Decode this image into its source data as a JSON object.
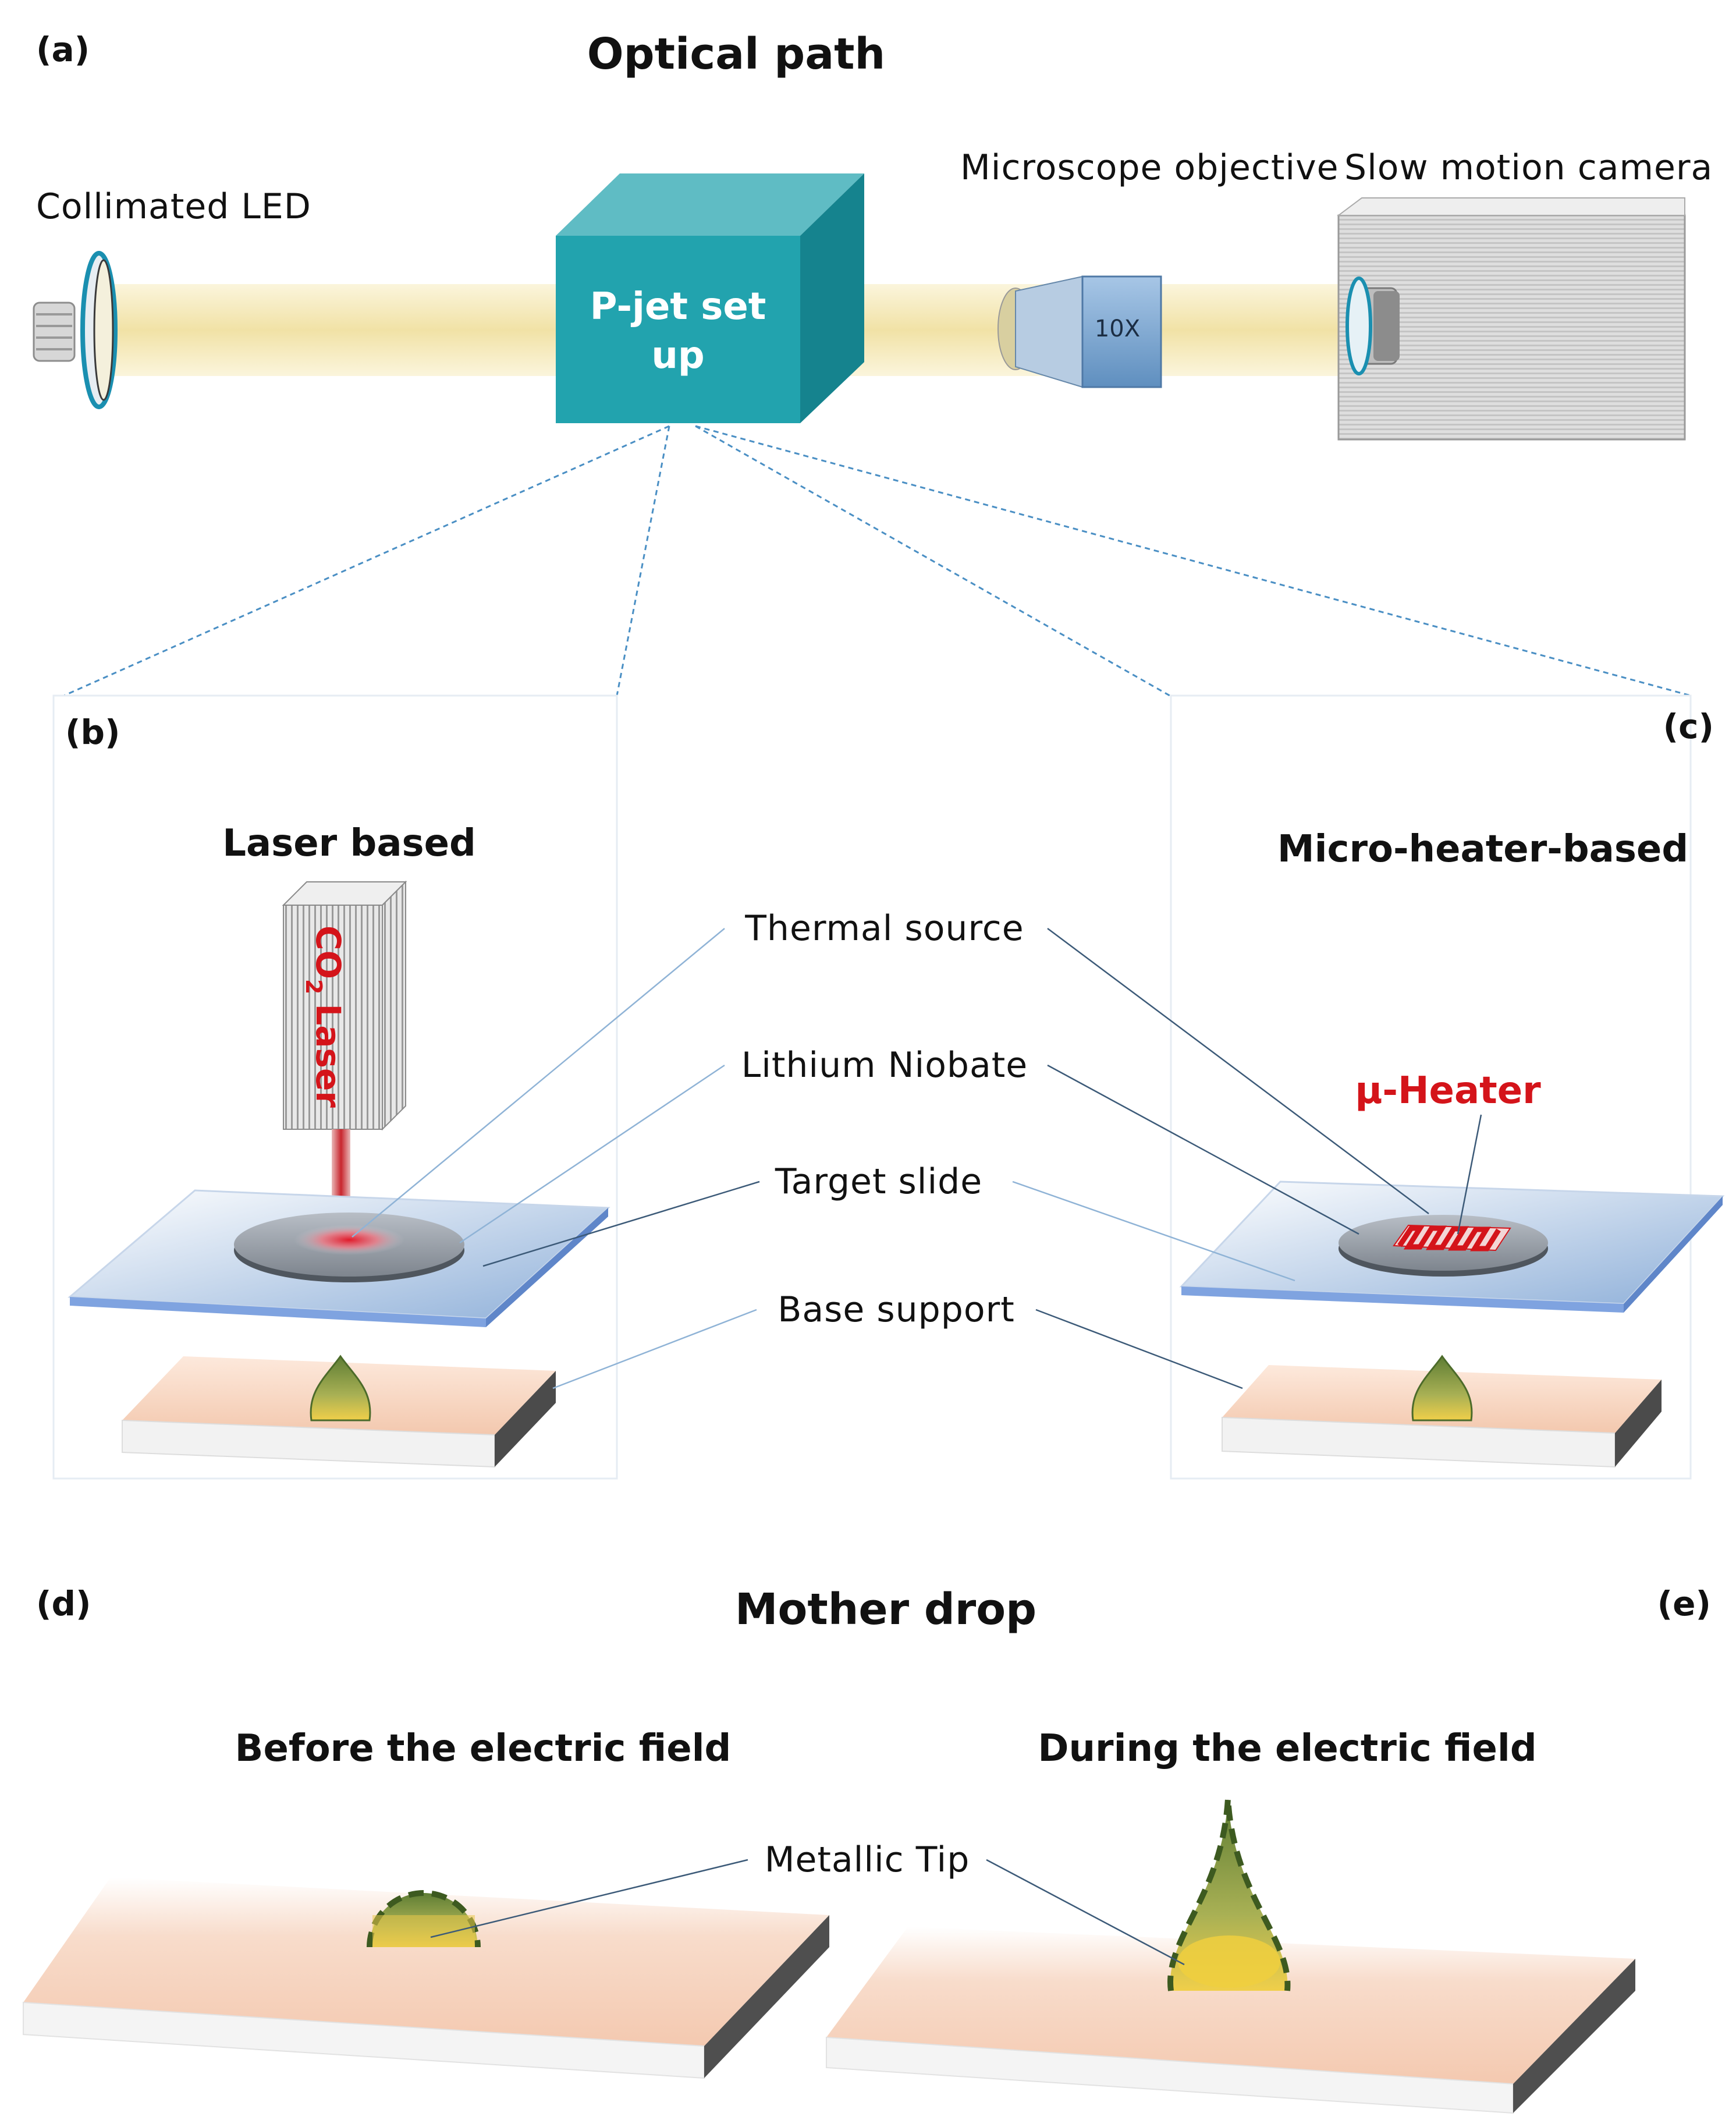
{
  "panels": {
    "a": "(a)",
    "b": "(b)",
    "c": "(c)",
    "d": "(d)",
    "e": "(e)"
  },
  "optical_path": {
    "title": "Optical path",
    "led_label": "Collimated LED",
    "pjet_label_line1": "P-jet set",
    "pjet_label_line2": "up",
    "objective_label": "Microscope objective",
    "objective_mag": "10X",
    "camera_label": "Slow motion camera"
  },
  "setups": {
    "laser_title": "Laser based",
    "laser_device": "CO",
    "laser_device_sub": "2",
    "laser_device_word": "Laser",
    "heater_title": "Micro-heater-based",
    "heater_label": "μ-Heater",
    "components": {
      "thermal_source": "Thermal source",
      "lithium_niobate": "Lithium Niobate",
      "target_slide": "Target slide",
      "base_support": "Base support"
    }
  },
  "mother_drop": {
    "title": "Mother drop",
    "before_label": "Before the electric field",
    "during_label": "During the electric field",
    "tip_label": "Metallic Tip"
  },
  "colors": {
    "cube_front": "#22a3ae",
    "cube_top": "#5fbcc4",
    "cube_side": "#15838e",
    "beam": "#f3e6b0",
    "laser_red": "#d4141a",
    "substrate": "#f6d3c0",
    "drop_green": "#6e8a3e",
    "drop_yellow": "#e8c645",
    "slide_blue": "#a9c4e3"
  }
}
